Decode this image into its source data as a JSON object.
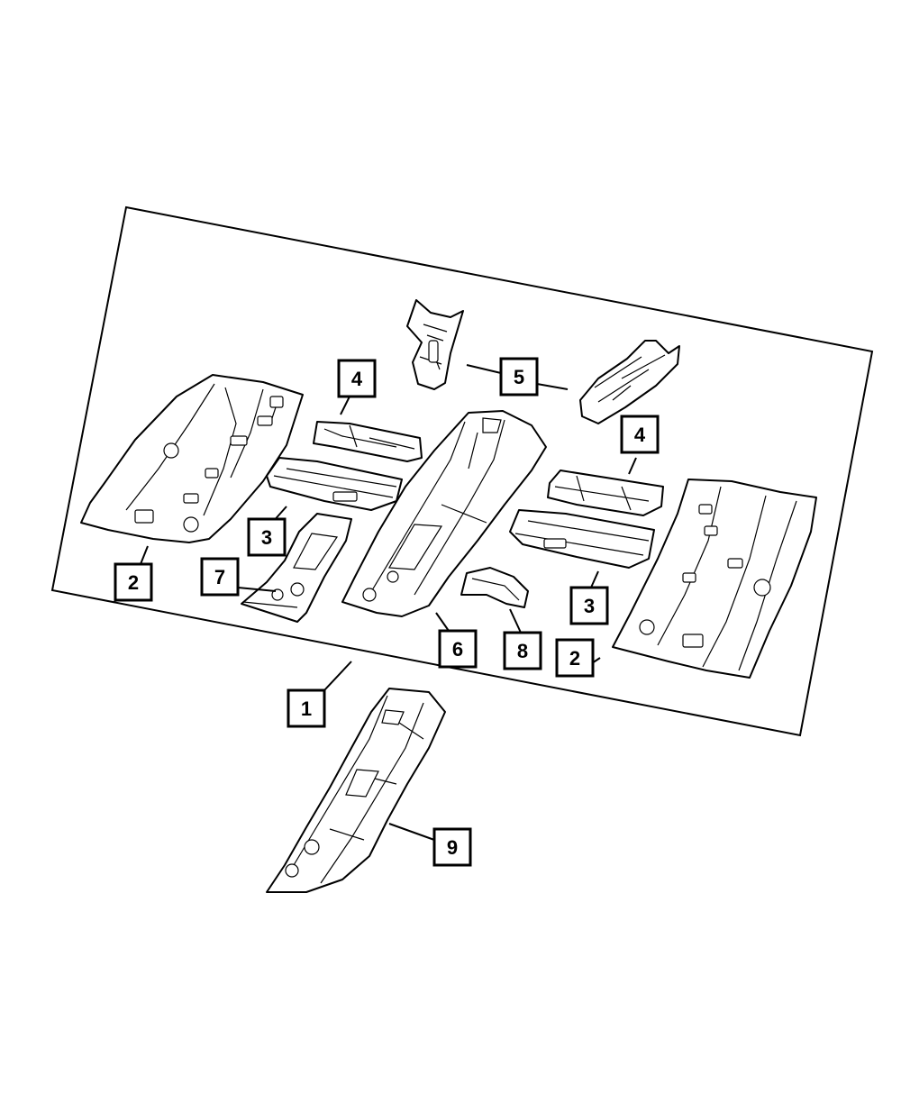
{
  "callouts": [
    {
      "id": "c1",
      "label": "1"
    },
    {
      "id": "c2a",
      "label": "2"
    },
    {
      "id": "c2b",
      "label": "2"
    },
    {
      "id": "c3a",
      "label": "3"
    },
    {
      "id": "c3b",
      "label": "3"
    },
    {
      "id": "c4a",
      "label": "4"
    },
    {
      "id": "c4b",
      "label": "4"
    },
    {
      "id": "c5",
      "label": "5"
    },
    {
      "id": "c6",
      "label": "6"
    },
    {
      "id": "c7",
      "label": "7"
    },
    {
      "id": "c8",
      "label": "8"
    },
    {
      "id": "c9",
      "label": "9"
    }
  ]
}
